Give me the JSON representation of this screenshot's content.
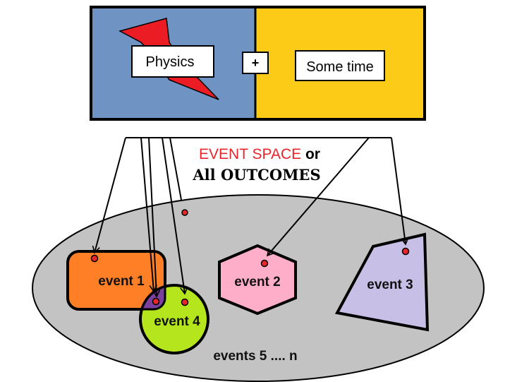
{
  "header": {
    "left_label": "Physics",
    "plus": "+",
    "right_label": "Some time"
  },
  "space_title": {
    "red_part": "EVENT SPACE",
    "black_part": " or",
    "second_line": "All OUTCOMES"
  },
  "events": {
    "event1": "event 1",
    "event2": "event 2",
    "event3": "event 3",
    "event4": "event 4",
    "rest": "events 5 .... n"
  },
  "colors": {
    "left_panel": "#6f94c4",
    "right_panel": "#fccb17",
    "lightning": "#ec1c24",
    "space": "#c3c3c3",
    "event1": "#ff7f27",
    "event2": "#ffaec9",
    "event3": "#c8bfe7",
    "event4": "#b5e61d",
    "overlap": "#7b3f9e",
    "point": "#e8252b"
  }
}
